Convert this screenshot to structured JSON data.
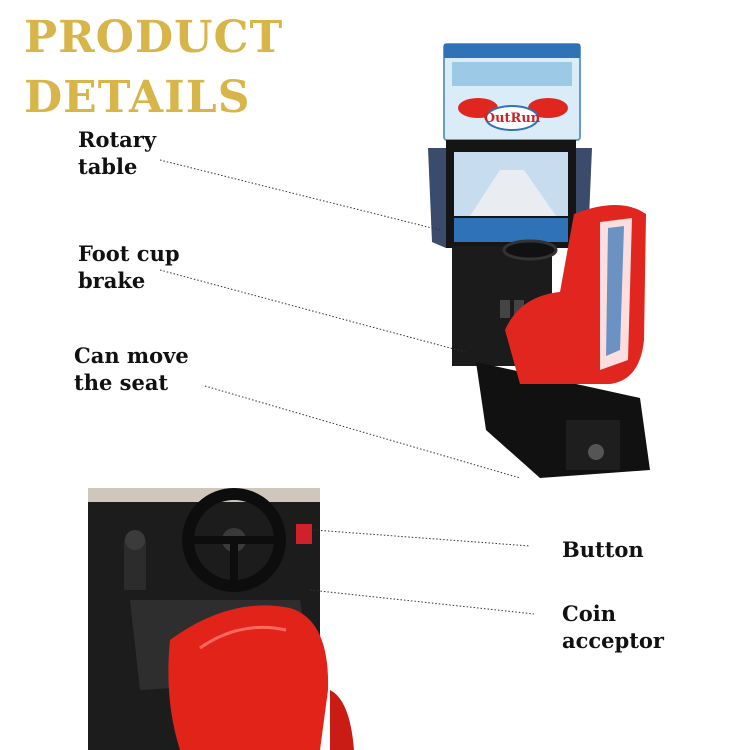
{
  "header": {
    "title_line1": "PRODUCT",
    "title_line2": "DETAILS",
    "accent": "#d8b548"
  },
  "callouts": {
    "rotary_table": [
      "Rotary",
      "table"
    ],
    "foot_cup_brake": [
      "Foot cup",
      "brake"
    ],
    "can_move_seat": [
      "Can move",
      "the seat"
    ],
    "button": [
      "Button"
    ],
    "coin_acceptor": [
      "Coin",
      "acceptor"
    ]
  },
  "machine": {
    "marquee_logo": "OutRun",
    "seat_color": "#e0261f",
    "cabinet_color": "#1a1a1a"
  }
}
